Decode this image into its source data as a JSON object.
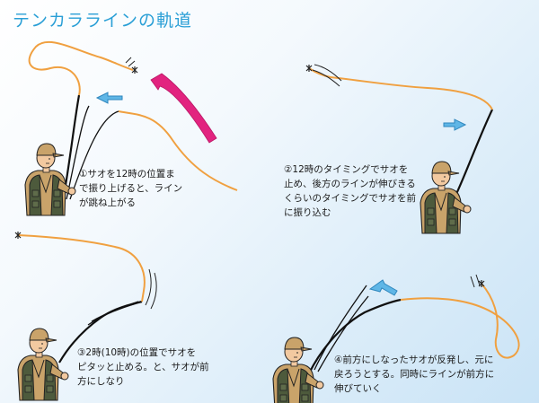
{
  "title": "テンカララインの軌道",
  "steps": [
    {
      "lines": [
        "①サオを12時の位置ま",
        "で振り上げると、ライン",
        "が跳ね上がる"
      ]
    },
    {
      "lines": [
        "②12時のタイミングでサオを",
        "止め、後方のラインが伸びきる",
        "くらいのタイミングでサオを前",
        "に振り込む"
      ]
    },
    {
      "lines": [
        "③2時(10時)の位置でサオを",
        "ピタッと止める。と、サオが前",
        "方にしなり"
      ]
    },
    {
      "lines": [
        "④前方にしなったサオが反発し、元に",
        "戻ろうとする。同時にラインが前方に",
        "伸びていく"
      ]
    }
  ],
  "colors": {
    "title": "#2a9fd6",
    "line": "#f0a040",
    "rod": "#111111",
    "blue_arrow": "#5fb6e6",
    "magenta_arrow": "#e2237f",
    "shirt": "#c9a36a",
    "vest": "#4d5a3c",
    "cap": "#c9a36a",
    "skin": "#f2c9a0"
  },
  "icons": [
    "angler",
    "blue-arrow",
    "magenta-arrow",
    "fly",
    "motion-lines"
  ]
}
